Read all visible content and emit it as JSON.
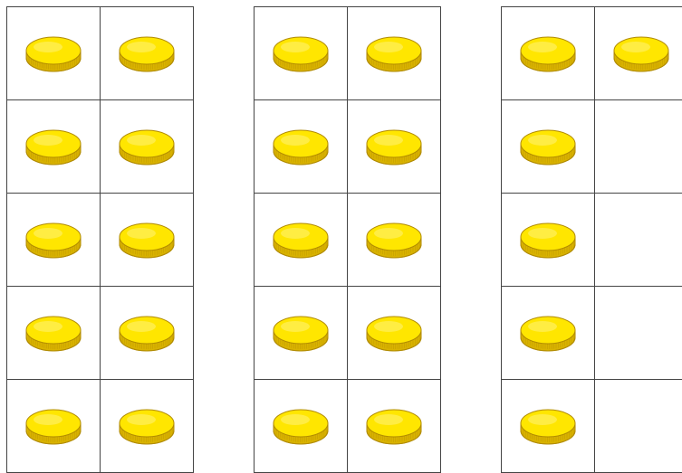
{
  "ten_frames": [
    {
      "columns": 2,
      "rows": 5,
      "counters": [
        true,
        true,
        true,
        true,
        true,
        true,
        true,
        true,
        true,
        true
      ]
    },
    {
      "columns": 2,
      "rows": 5,
      "counters": [
        true,
        true,
        true,
        true,
        true,
        true,
        true,
        true,
        true,
        true
      ]
    },
    {
      "columns": 2,
      "rows": 5,
      "counters": [
        true,
        true,
        true,
        false,
        true,
        false,
        true,
        false,
        true,
        false
      ]
    }
  ],
  "colors": {
    "coin_face": "#ffe600",
    "coin_edge": "#d9b300",
    "coin_outline": "#b08a00",
    "grid_line": "#444444"
  },
  "icon": "gold-coin-counter-icon"
}
